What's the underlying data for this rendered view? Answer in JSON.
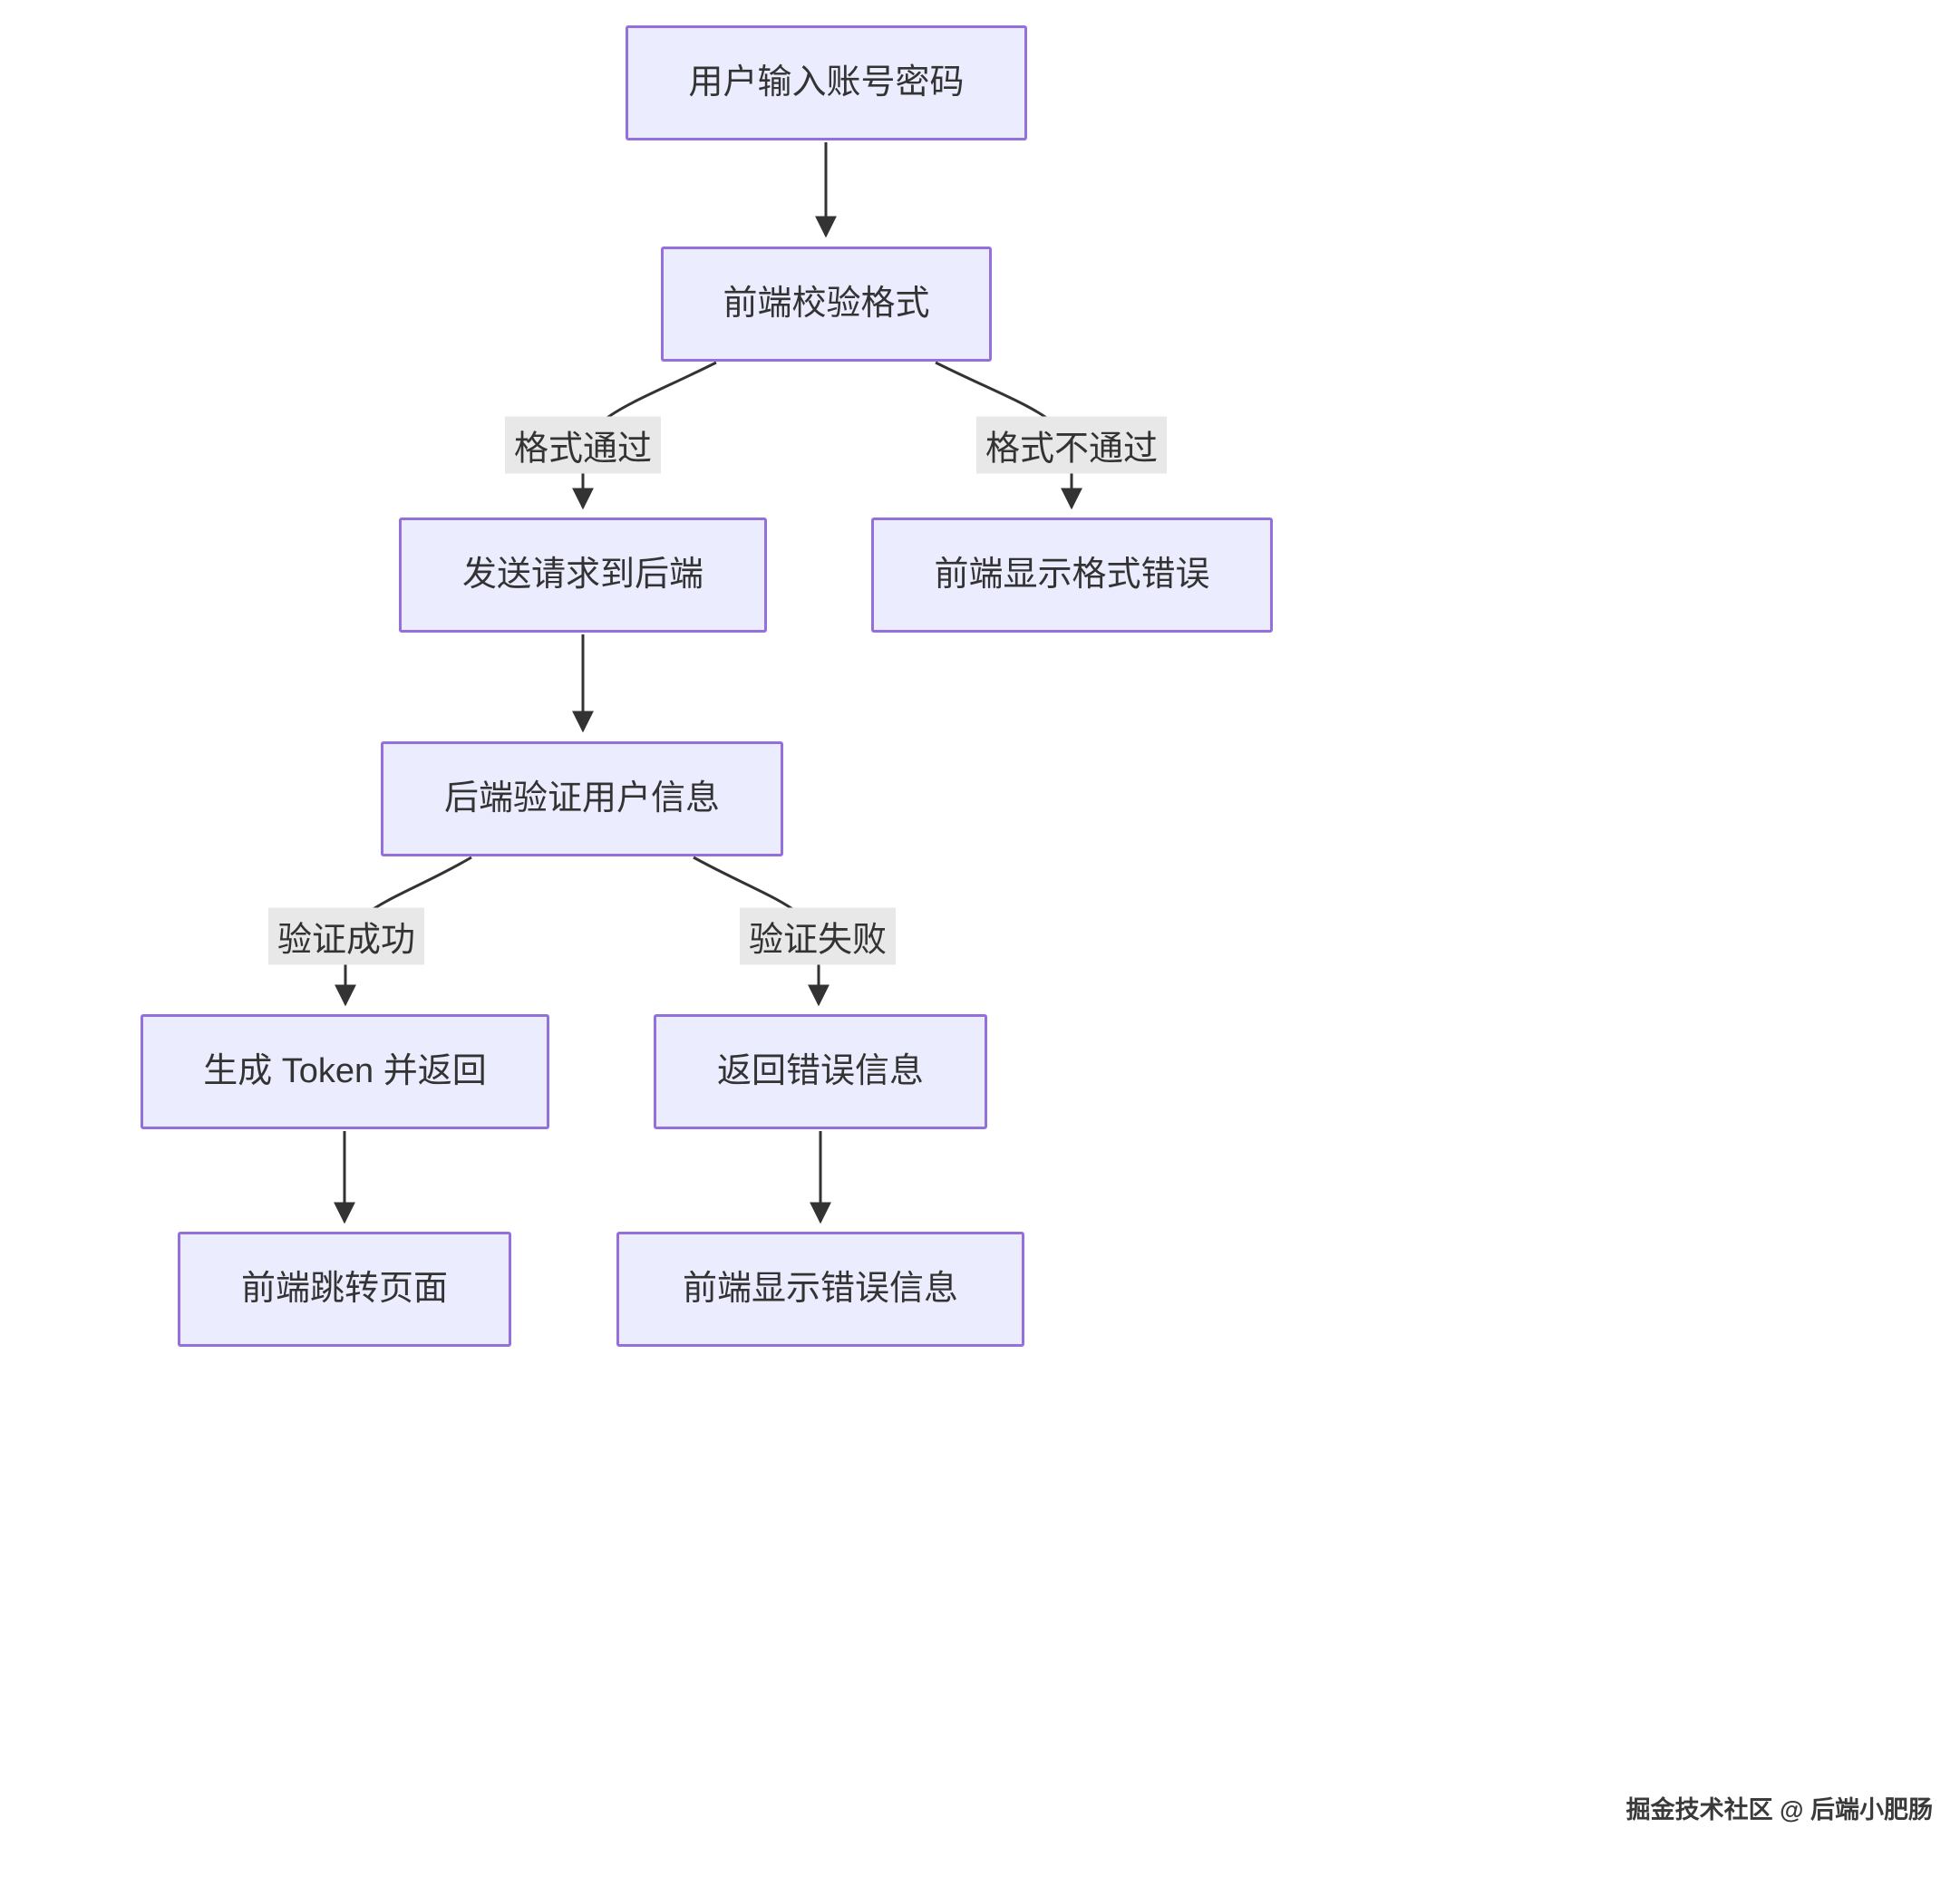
{
  "diagram": {
    "type": "flowchart",
    "direction": "top-down",
    "nodes": {
      "input": {
        "label": "用户输入账号密码"
      },
      "validate": {
        "label": "前端校验格式"
      },
      "send": {
        "label": "发送请求到后端"
      },
      "format_error": {
        "label": "前端显示格式错误"
      },
      "verify": {
        "label": "后端验证用户信息"
      },
      "token": {
        "label": "生成 Token 并返回"
      },
      "return_error": {
        "label": "返回错误信息"
      },
      "redirect": {
        "label": "前端跳转页面"
      },
      "show_error": {
        "label": "前端显示错误信息"
      }
    },
    "edges": [
      {
        "from": "input",
        "to": "validate",
        "label": ""
      },
      {
        "from": "validate",
        "to": "send",
        "label": "格式通过"
      },
      {
        "from": "validate",
        "to": "format_error",
        "label": "格式不通过"
      },
      {
        "from": "send",
        "to": "verify",
        "label": ""
      },
      {
        "from": "verify",
        "to": "token",
        "label": "验证成功"
      },
      {
        "from": "verify",
        "to": "return_error",
        "label": "验证失败"
      },
      {
        "from": "token",
        "to": "redirect",
        "label": ""
      },
      {
        "from": "return_error",
        "to": "show_error",
        "label": ""
      }
    ],
    "edge_labels": {
      "format_pass": "格式通过",
      "format_fail": "格式不通过",
      "verify_success": "验证成功",
      "verify_fail": "验证失败"
    },
    "colors": {
      "node_fill": "#ECECFF",
      "node_border": "#9370DB",
      "edge": "#333333",
      "label_bg": "#e8e8e8",
      "text": "#333333"
    }
  },
  "watermark": "掘金技术社区 @ 后端小肥肠"
}
